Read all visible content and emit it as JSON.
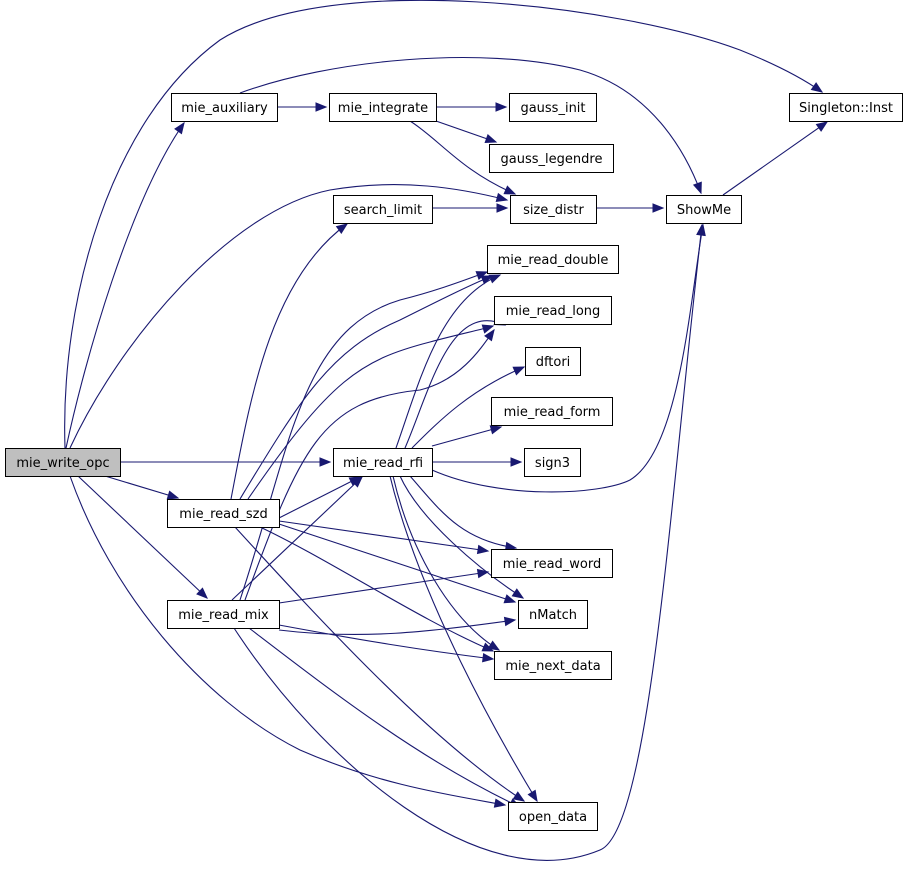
{
  "colors": {
    "edge": "#191970",
    "root_fill": "#bfbfbf",
    "node_fill": "#ffffff",
    "node_border": "#000000"
  },
  "nodes": {
    "mie_write_opc": "mie_write_opc",
    "mie_auxiliary": "mie_auxiliary",
    "mie_integrate": "mie_integrate",
    "gauss_init": "gauss_init",
    "gauss_legendre": "gauss_legendre",
    "size_distr": "size_distr",
    "search_limit": "search_limit",
    "ShowMe": "ShowMe",
    "singleton_inst": "Singleton::Inst",
    "mie_read_double": "mie_read_double",
    "mie_read_long": "mie_read_long",
    "dftori": "dftori",
    "mie_read_form": "mie_read_form",
    "mie_read_rfi": "mie_read_rfi",
    "sign3": "sign3",
    "mie_read_szd": "mie_read_szd",
    "mie_read_word": "mie_read_word",
    "mie_read_mix": "mie_read_mix",
    "nMatch": "nMatch",
    "mie_next_data": "mie_next_data",
    "open_data": "open_data"
  }
}
